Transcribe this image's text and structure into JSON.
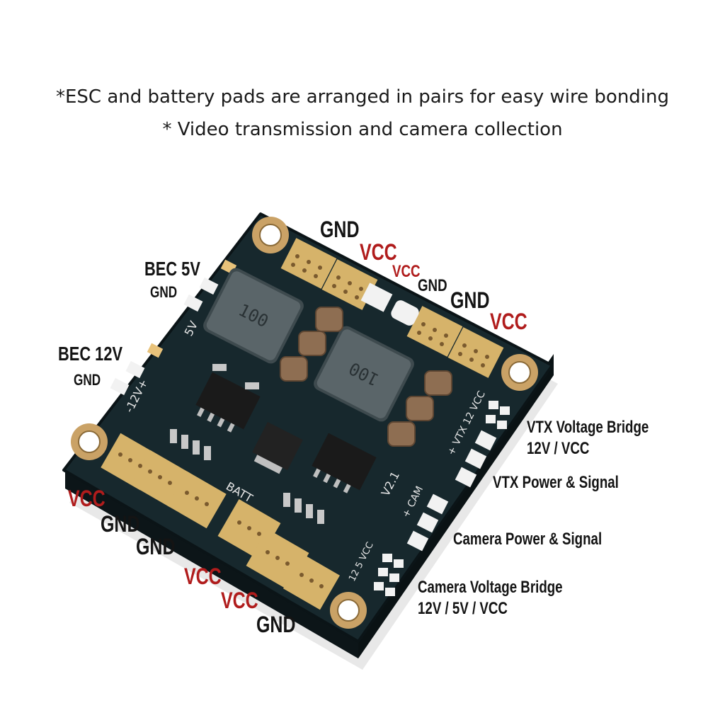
{
  "captions": {
    "line1": "*ESC and battery pads are arranged in pairs for easy wire bonding",
    "line2": "* Video transmission and camera collection"
  },
  "labels": {
    "top_gnd": "GND",
    "top_vcc_1": "VCC",
    "top_vcc_2": "VCC",
    "top_gnd_small": "GND",
    "right_gnd": "GND",
    "right_vcc": "VCC",
    "bec5_title": "BEC 5V",
    "bec5_gnd": "GND",
    "bec12_title": "BEC 12V",
    "bec12_gnd": "GND",
    "left_vcc": "VCC",
    "left_gnd_1": "GND",
    "left_gnd_2": "GND",
    "bottom_vcc_1": "VCC",
    "bottom_vcc_2": "VCC",
    "bottom_gnd": "GND",
    "vtx_bridge_1": "VTX Voltage Bridge",
    "vtx_bridge_2": "12V / VCC",
    "vtx_power": "VTX Power & Signal",
    "cam_power": "Camera Power & Signal",
    "cam_bridge_1": "Camera Voltage Bridge",
    "cam_bridge_2": "12V / 5V / VCC"
  },
  "silkscreen": {
    "inductor_1": "100",
    "inductor_2": "100",
    "rail_5v": "5V",
    "rail_12v": "-12V+",
    "batt": "BATT",
    "version": "V2.1",
    "vtx": "+ VTX 12 VCC",
    "cam": "+ CAM",
    "cam_vcc": "12 5 VCC"
  },
  "colors": {
    "vcc_label": "#b01c1c",
    "gnd_label": "#141414",
    "board": "#16262b",
    "pad_gold": "#d6b36a"
  }
}
